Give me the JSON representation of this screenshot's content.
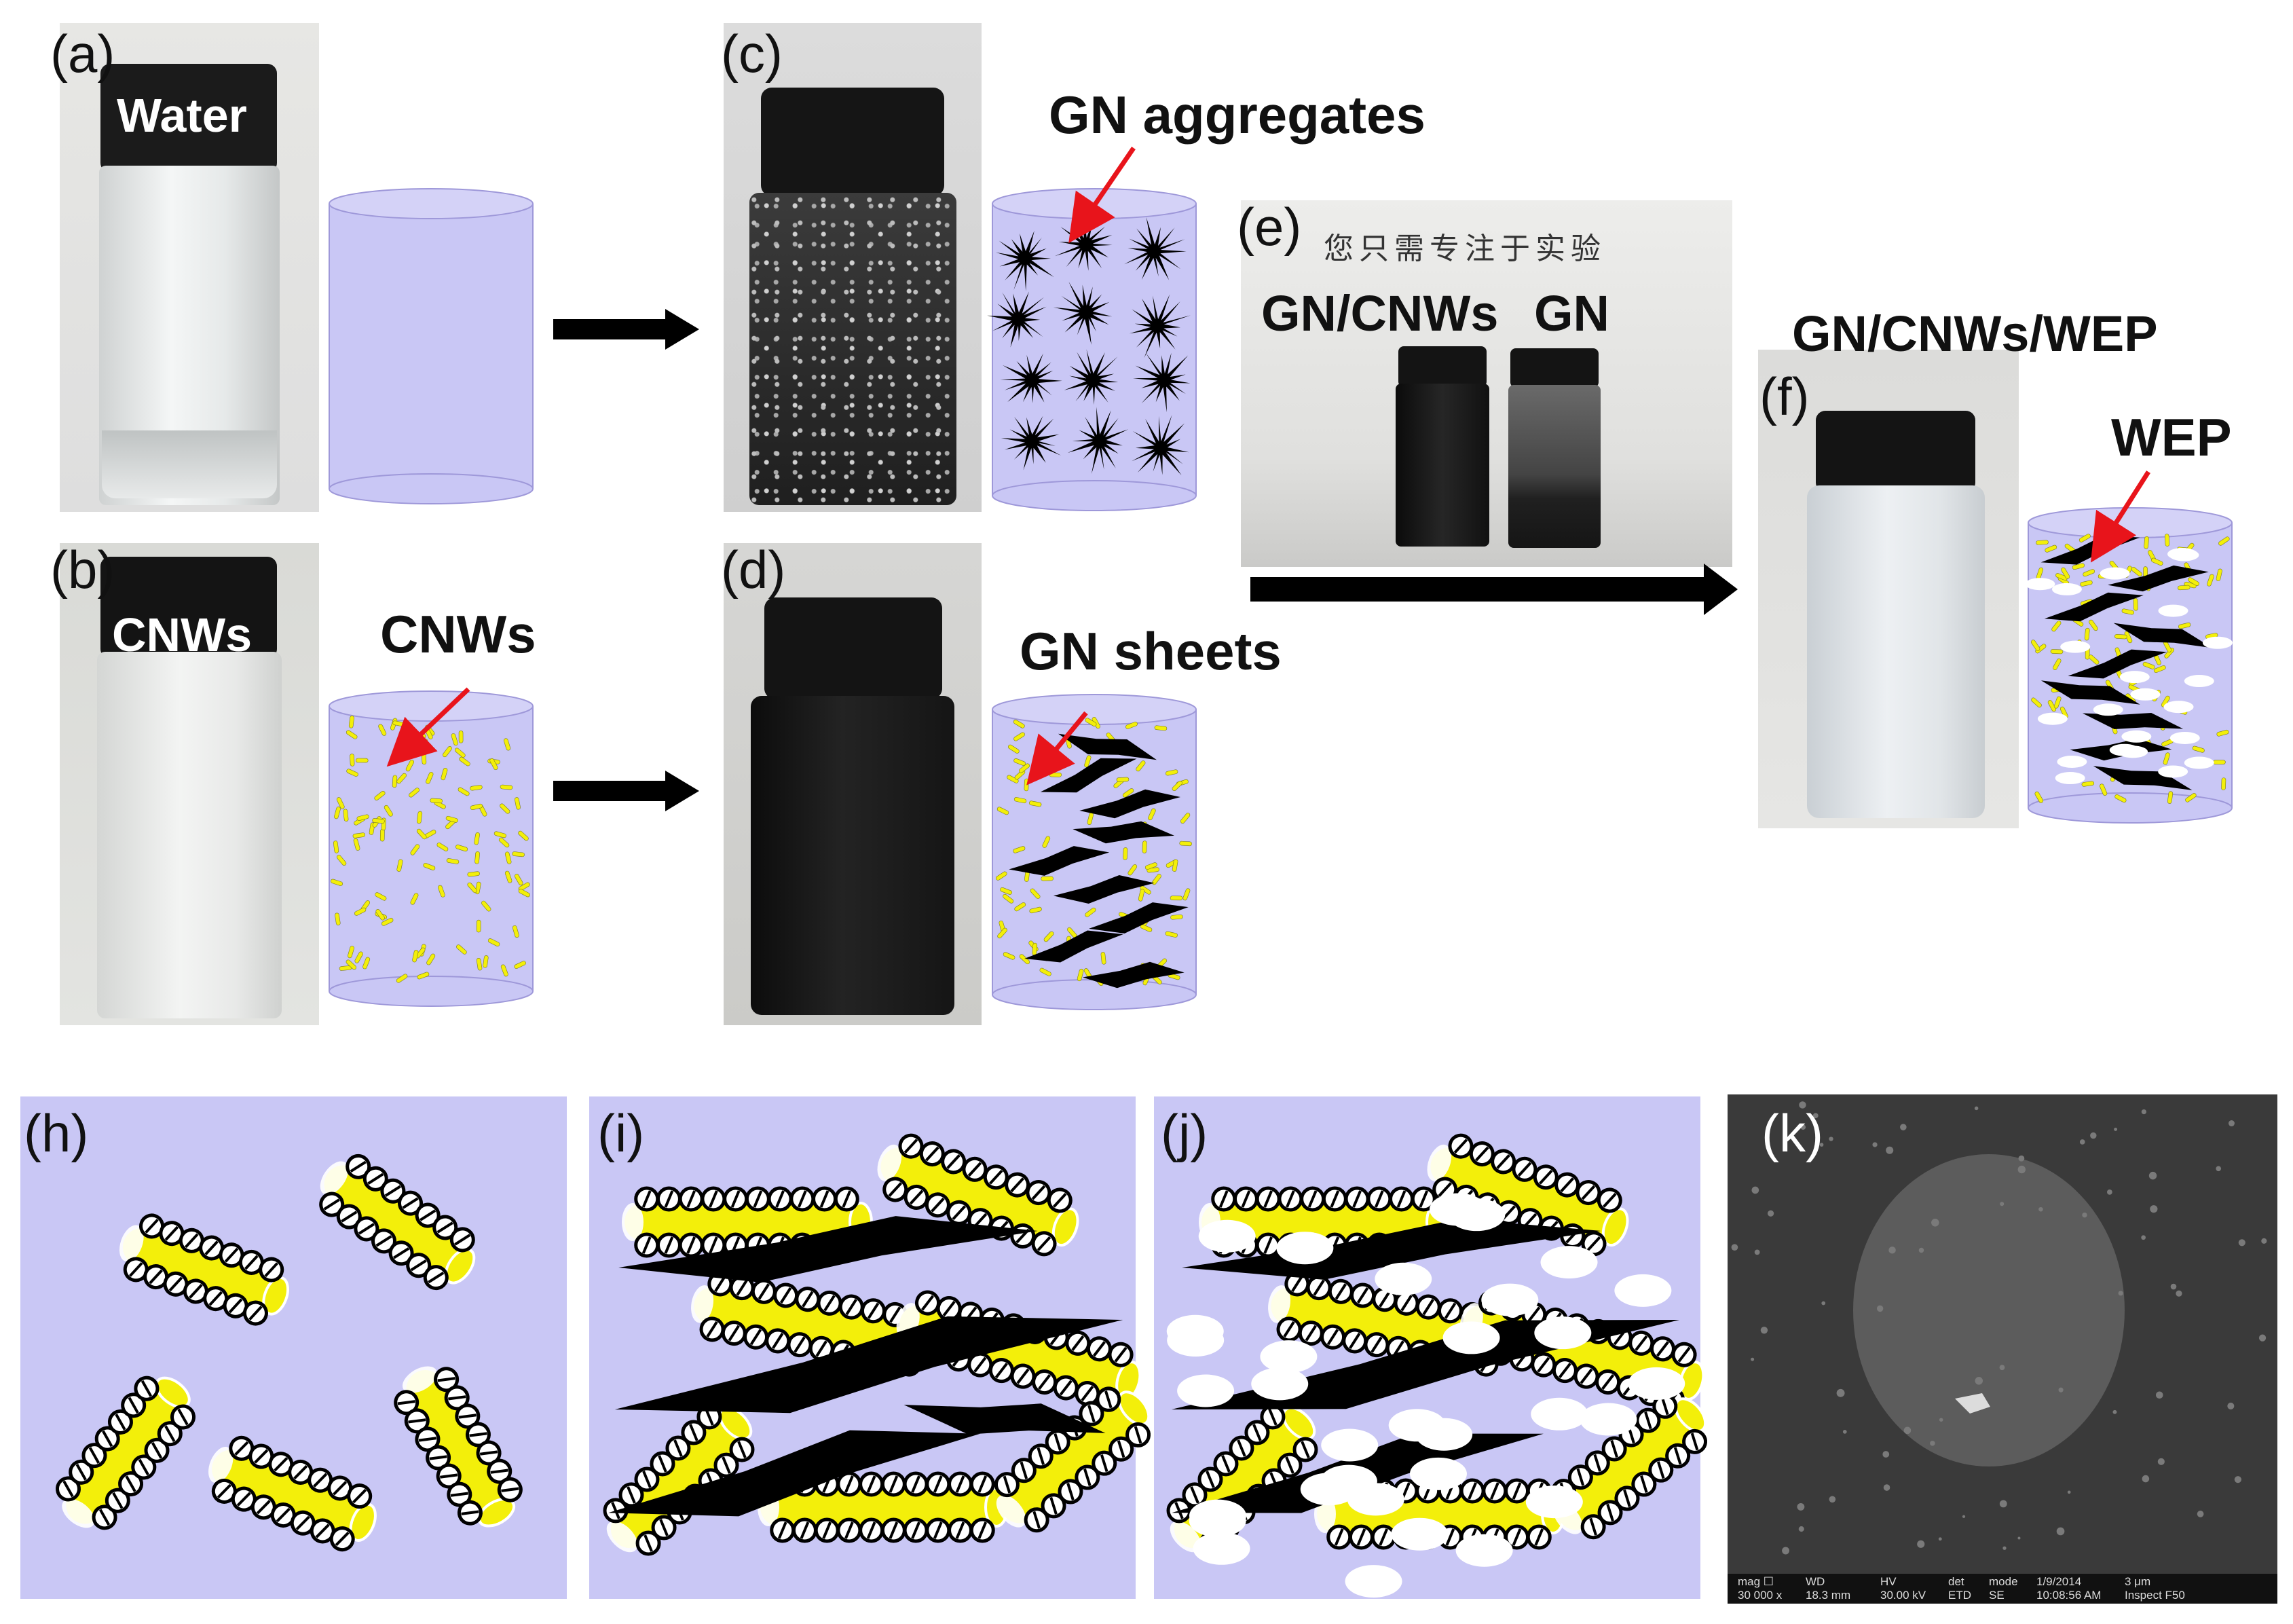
{
  "panels": {
    "a": {
      "letter": "(a)",
      "vial_label": "Water"
    },
    "b": {
      "letter": "(b)",
      "vial_label": "CNWs",
      "callout": "CNWs"
    },
    "c": {
      "letter": "(c)",
      "callout": "GN aggregates"
    },
    "d": {
      "letter": "(d)",
      "callout": "GN sheets"
    },
    "e": {
      "letter": "(e)",
      "note_cn": "您只需专注于实验",
      "label_left": "GN/CNWs",
      "label_right": "GN"
    },
    "f": {
      "letter": "(f)",
      "title": "GN/CNWs/WEP",
      "callout": "WEP"
    },
    "h": {
      "letter": "(h)"
    },
    "i": {
      "letter": "(i)"
    },
    "j": {
      "letter": "(j)"
    },
    "k": {
      "letter": "(k)",
      "sem_headers": [
        "mag ☐",
        "WD",
        "HV",
        "det",
        "mode",
        "1/9/2014",
        "3 μm"
      ],
      "sem_values": [
        "30 000 x",
        "18.3 mm",
        "30.00 kV",
        "ETD",
        "SE",
        "10:08:56 AM",
        "Inspect F50"
      ]
    }
  },
  "colors": {
    "cylinder_fill": "#c9c7f5",
    "cylinder_stroke": "#9e98d9",
    "cnw_yellow": "#f3ef0a",
    "graphene_black": "#000000",
    "arrow_red": "#e8141b",
    "wep_white": "#ffffff"
  }
}
